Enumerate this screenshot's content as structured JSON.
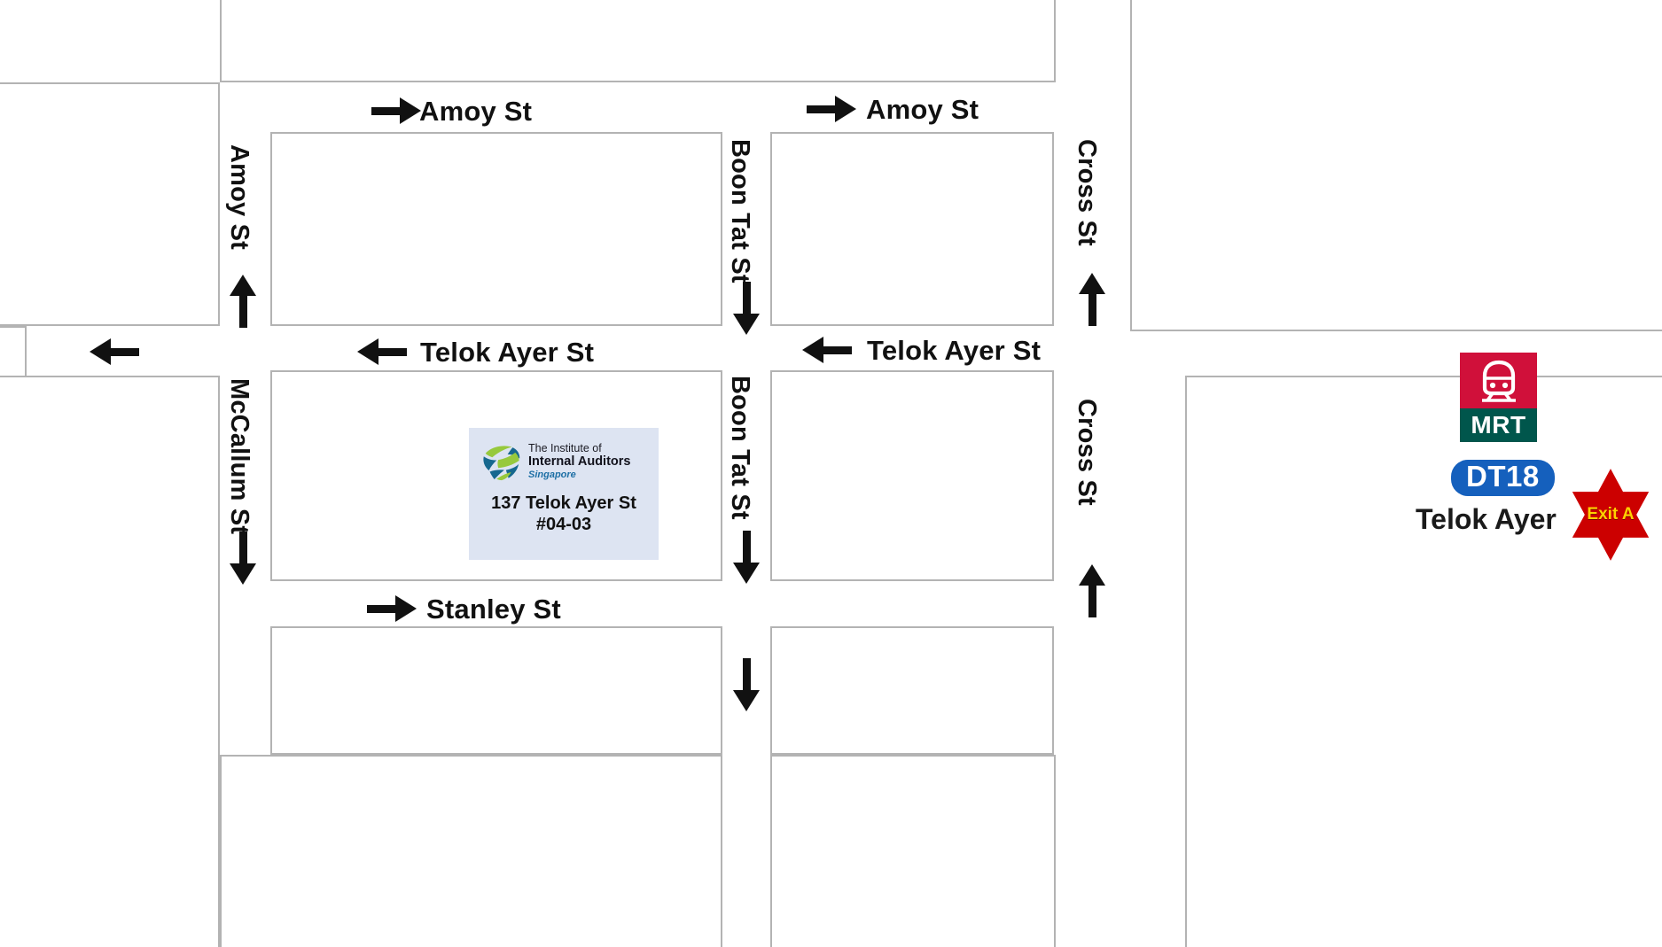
{
  "map": {
    "title": "Telok Ayer area street map",
    "background_color": "#ffffff",
    "block_outline_color": "#b3b3b3"
  },
  "streets": [
    {
      "id": "amoy-st-horizontal-west",
      "name": "Amoy St",
      "orientation": "horizontal",
      "direction": "east",
      "arrow": "right"
    },
    {
      "id": "amoy-st-horizontal-east",
      "name": "Amoy St",
      "orientation": "horizontal",
      "direction": "east",
      "arrow": "right"
    },
    {
      "id": "telok-ayer-st-west",
      "name": "Telok Ayer St",
      "orientation": "horizontal",
      "direction": "west",
      "arrow": "left"
    },
    {
      "id": "telok-ayer-st-east",
      "name": "Telok Ayer St",
      "orientation": "horizontal",
      "direction": "west",
      "arrow": "left"
    },
    {
      "id": "stanley-st",
      "name": "Stanley St",
      "orientation": "horizontal",
      "direction": "east",
      "arrow": "right"
    },
    {
      "id": "amoy-st-vertical",
      "name": "Amoy St",
      "orientation": "vertical",
      "direction": "north",
      "arrow": "up"
    },
    {
      "id": "mccallum-st",
      "name": "McCallum St",
      "orientation": "vertical",
      "direction": "south",
      "arrow": "down"
    },
    {
      "id": "boon-tat-st-north",
      "name": "Boon Tat St",
      "orientation": "vertical",
      "direction": "south",
      "arrow": "down"
    },
    {
      "id": "boon-tat-st-south",
      "name": "Boon Tat St",
      "orientation": "vertical",
      "direction": "south",
      "arrow": "down"
    },
    {
      "id": "cross-st-north",
      "name": "Cross St",
      "orientation": "vertical",
      "direction": "north",
      "arrow": "up"
    },
    {
      "id": "cross-st-south",
      "name": "Cross St",
      "orientation": "vertical",
      "direction": "north",
      "arrow": "up"
    }
  ],
  "destination": {
    "panel_color": "#dde4f2",
    "logo": {
      "line1": "The Institute of",
      "line2": "Internal Auditors",
      "line3": "Singapore",
      "globe_green": "#97c93d",
      "globe_blue": "#16688f",
      "text_blue": "#1d6fa5"
    },
    "address_line1": "137 Telok Ayer St",
    "address_line2": "#04-03"
  },
  "transit": {
    "mode_label": "MRT",
    "mode_red": "#d0103a",
    "mode_green": "#00564c",
    "line_code": "DT18",
    "line_color": "#1560bd",
    "station_name": "Telok Ayer",
    "exit_label": "Exit A",
    "exit_star_color": "#cc0000",
    "exit_text_color": "#ffd100"
  },
  "extra_arrows": [
    {
      "id": "telok-ayer-west-stub-arrow",
      "arrow": "left"
    },
    {
      "id": "boon-tat-far-south-arrow",
      "arrow": "down"
    },
    {
      "id": "cross-st-lower-arrow",
      "arrow": "up"
    }
  ]
}
